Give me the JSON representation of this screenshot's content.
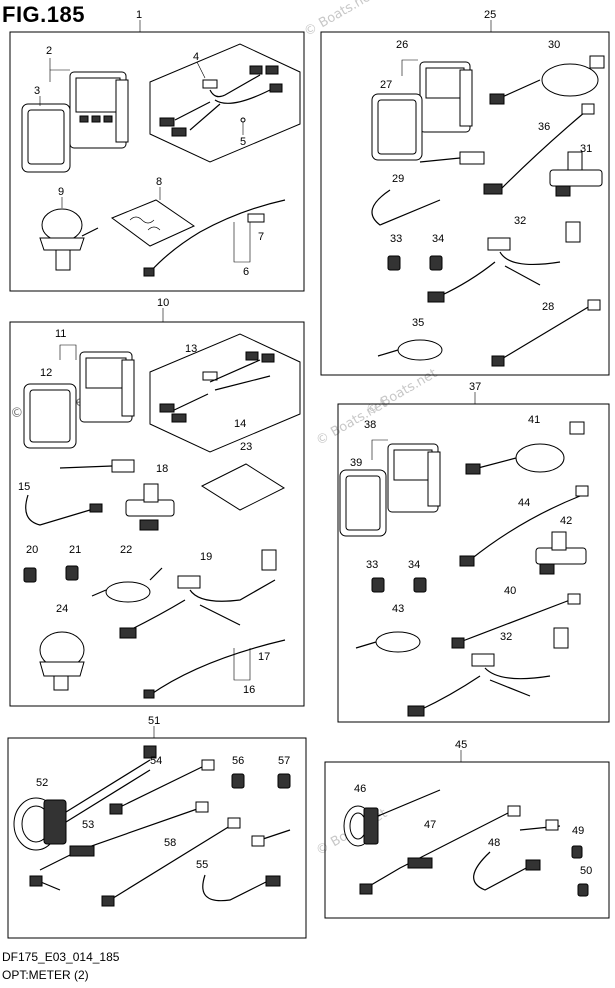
{
  "figure": {
    "title": "FIG.185",
    "code": "DF175_E03_014_185",
    "caption": "OPT:METER (2)"
  },
  "watermark": "© Boats.net",
  "groups": [
    {
      "id": "1",
      "parts": [
        "2",
        "3",
        "4",
        "5",
        "6",
        "7",
        "8",
        "9"
      ]
    },
    {
      "id": "10",
      "parts": [
        "11",
        "12",
        "13",
        "14",
        "15",
        "16",
        "17",
        "18",
        "19",
        "20",
        "21",
        "22",
        "23",
        "24"
      ]
    },
    {
      "id": "25",
      "parts": [
        "26",
        "27",
        "28",
        "29",
        "30",
        "31",
        "32",
        "33",
        "34",
        "35",
        "36"
      ]
    },
    {
      "id": "37",
      "parts": [
        "38",
        "39",
        "40",
        "41",
        "42",
        "43",
        "44",
        "32",
        "33",
        "34"
      ]
    },
    {
      "id": "51",
      "parts": [
        "52",
        "53",
        "54",
        "55",
        "56",
        "57",
        "58"
      ]
    },
    {
      "id": "45",
      "parts": [
        "46",
        "47",
        "48",
        "49",
        "50"
      ]
    }
  ],
  "labels": {
    "g1": "1",
    "p2": "2",
    "p3": "3",
    "p4": "4",
    "p5": "5",
    "p6": "6",
    "p7": "7",
    "p8": "8",
    "p9": "9",
    "g10": "10",
    "p11": "11",
    "p12": "12",
    "p13": "13",
    "p14": "14",
    "p15": "15",
    "p16": "16",
    "p17": "17",
    "p18": "18",
    "p19": "19",
    "p20": "20",
    "p21": "21",
    "p22": "22",
    "p23": "23",
    "p24": "24",
    "g25": "25",
    "p26": "26",
    "p27": "27",
    "p28": "28",
    "p29": "29",
    "p30": "30",
    "p31": "31",
    "p32a": "32",
    "p33a": "33",
    "p34a": "34",
    "p35": "35",
    "p36": "36",
    "g37": "37",
    "p38": "38",
    "p39": "39",
    "p40": "40",
    "p41": "41",
    "p42": "42",
    "p43": "43",
    "p44": "44",
    "p32b": "32",
    "p33b": "33",
    "p34b": "34",
    "g51": "51",
    "p52": "52",
    "p53": "53",
    "p54": "54",
    "p55": "55",
    "p56": "56",
    "p57": "57",
    "p58": "58",
    "g45": "45",
    "p46": "46",
    "p47": "47",
    "p48": "48",
    "p49": "49",
    "p50": "50"
  }
}
